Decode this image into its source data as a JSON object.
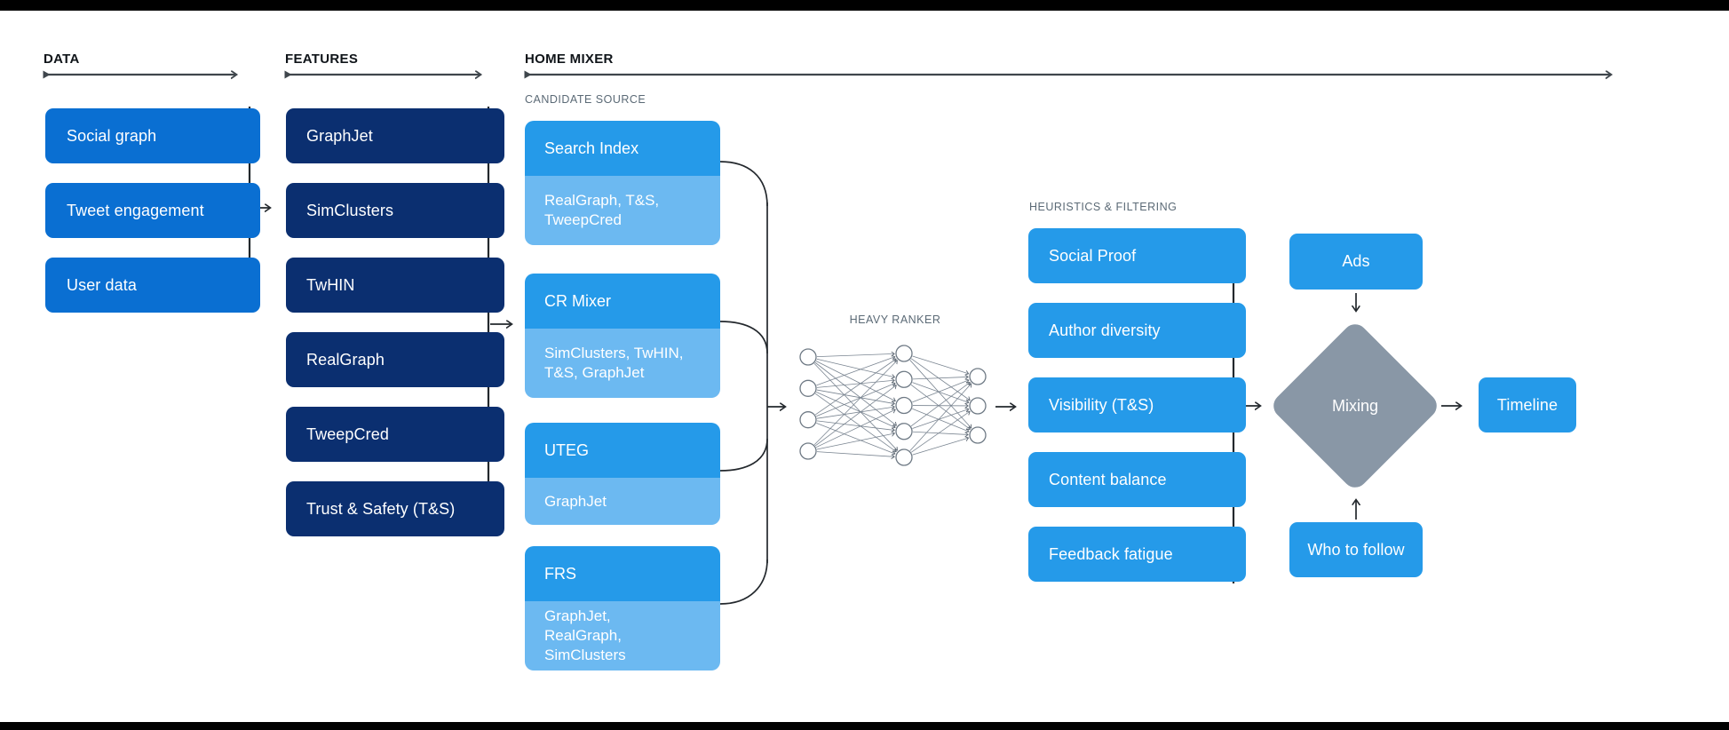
{
  "palette": {
    "data_blue": "#0a6fd2",
    "feature_navy": "#0b2f70",
    "bright_blue": "#259ae9",
    "light_blue": "#6cb9f1",
    "diamond_gray": "#8997a6",
    "line_dark": "#23282d",
    "label_gray": "#5b6a76",
    "header_black": "#0f1419"
  },
  "headers": {
    "data": "DATA",
    "features": "FEATURES",
    "home_mixer": "HOME MIXER"
  },
  "eyebrows": {
    "candidate_source": "CANDIDATE SOURCE",
    "heavy_ranker": "HEAVY RANKER",
    "heuristics": "HEURISTICS & FILTERING"
  },
  "data_items": [
    "Social graph",
    "Tweet engagement",
    "User data"
  ],
  "feature_items": [
    "GraphJet",
    "SimClusters",
    "TwHIN",
    "RealGraph",
    "TweepCred",
    "Trust & Safety (T&S)"
  ],
  "candidate_cards": [
    {
      "title": "Search Index",
      "sources": "RealGraph, T&S, TweepCred"
    },
    {
      "title": "CR Mixer",
      "sources": "SimClusters, TwHIN, T&S, GraphJet"
    },
    {
      "title": "UTEG",
      "sources": "GraphJet"
    },
    {
      "title": "FRS",
      "sources": "GraphJet, RealGraph, SimClusters"
    }
  ],
  "heavy_ranker": {
    "layers": [
      4,
      5,
      3
    ]
  },
  "heuristic_items": [
    "Social Proof",
    "Author diversity",
    "Visibility (T&S)",
    "Content balance",
    "Feedback fatigue"
  ],
  "mixing": {
    "ads": "Ads",
    "diamond": "Mixing",
    "who_to_follow": "Who to follow",
    "timeline": "Timeline"
  }
}
